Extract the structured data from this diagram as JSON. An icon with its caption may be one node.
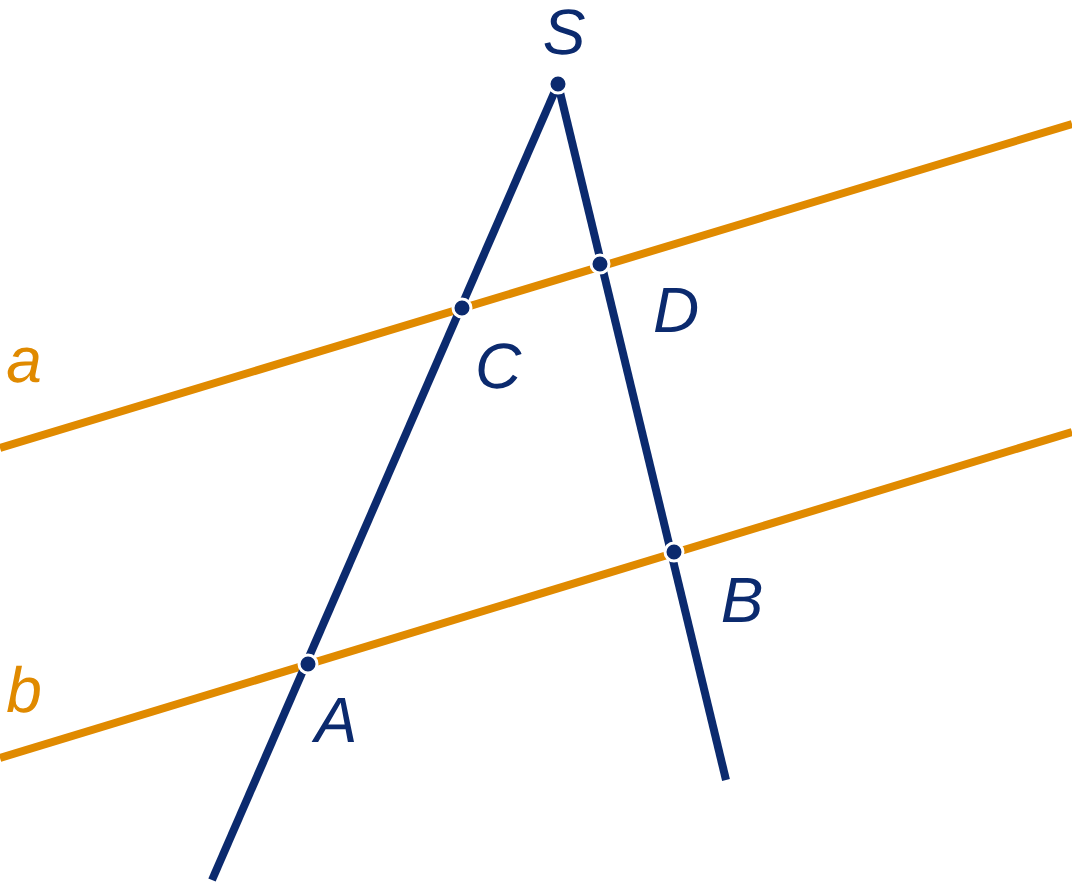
{
  "diagram": {
    "labels": [
      "S",
      "D",
      "a",
      "C",
      "B",
      "b",
      "A"
    ]
  }
}
